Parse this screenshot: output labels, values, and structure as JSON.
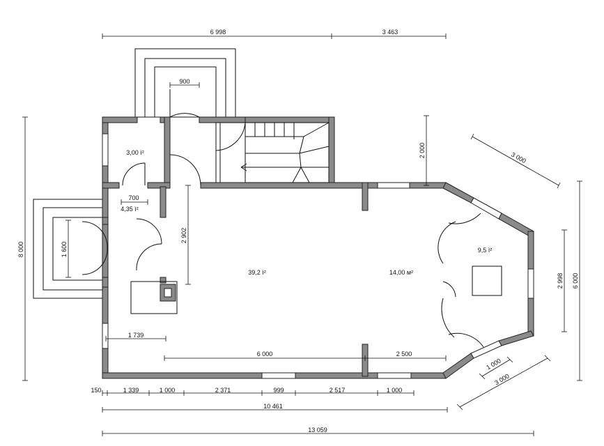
{
  "plan": {
    "dimensions": {
      "top_left": "6 998",
      "top_right": "3 463",
      "porch_door": "900",
      "left_total": "8 000",
      "vestibule_door": "700",
      "entry_porch": "1 600",
      "hall_height": "2 902",
      "right_offset": "2 000",
      "bay_diag_top": "3 000",
      "bay_height": "2 998",
      "right_total": "6 000",
      "left_inner": "1 739",
      "inner_6000": "6 000",
      "inner_2500": "2 500",
      "bay_diag_small": "1 000",
      "bay_diag_bottom": "3 000",
      "bottom_150": "150",
      "bottom_1339": "1 339",
      "bottom_1000a": "1 000",
      "bottom_2371": "2 371",
      "bottom_999": "999",
      "bottom_2517": "2 517",
      "bottom_1000b": "1 000",
      "bottom_total": "10 461",
      "overall_total": "13 059"
    },
    "rooms": {
      "storage": "3,00 ì²",
      "vestibule": "4,35 ì²",
      "hall": "39,2 ì²",
      "kitchen": "14,00 м²",
      "bay": "9,5 ì²"
    }
  }
}
